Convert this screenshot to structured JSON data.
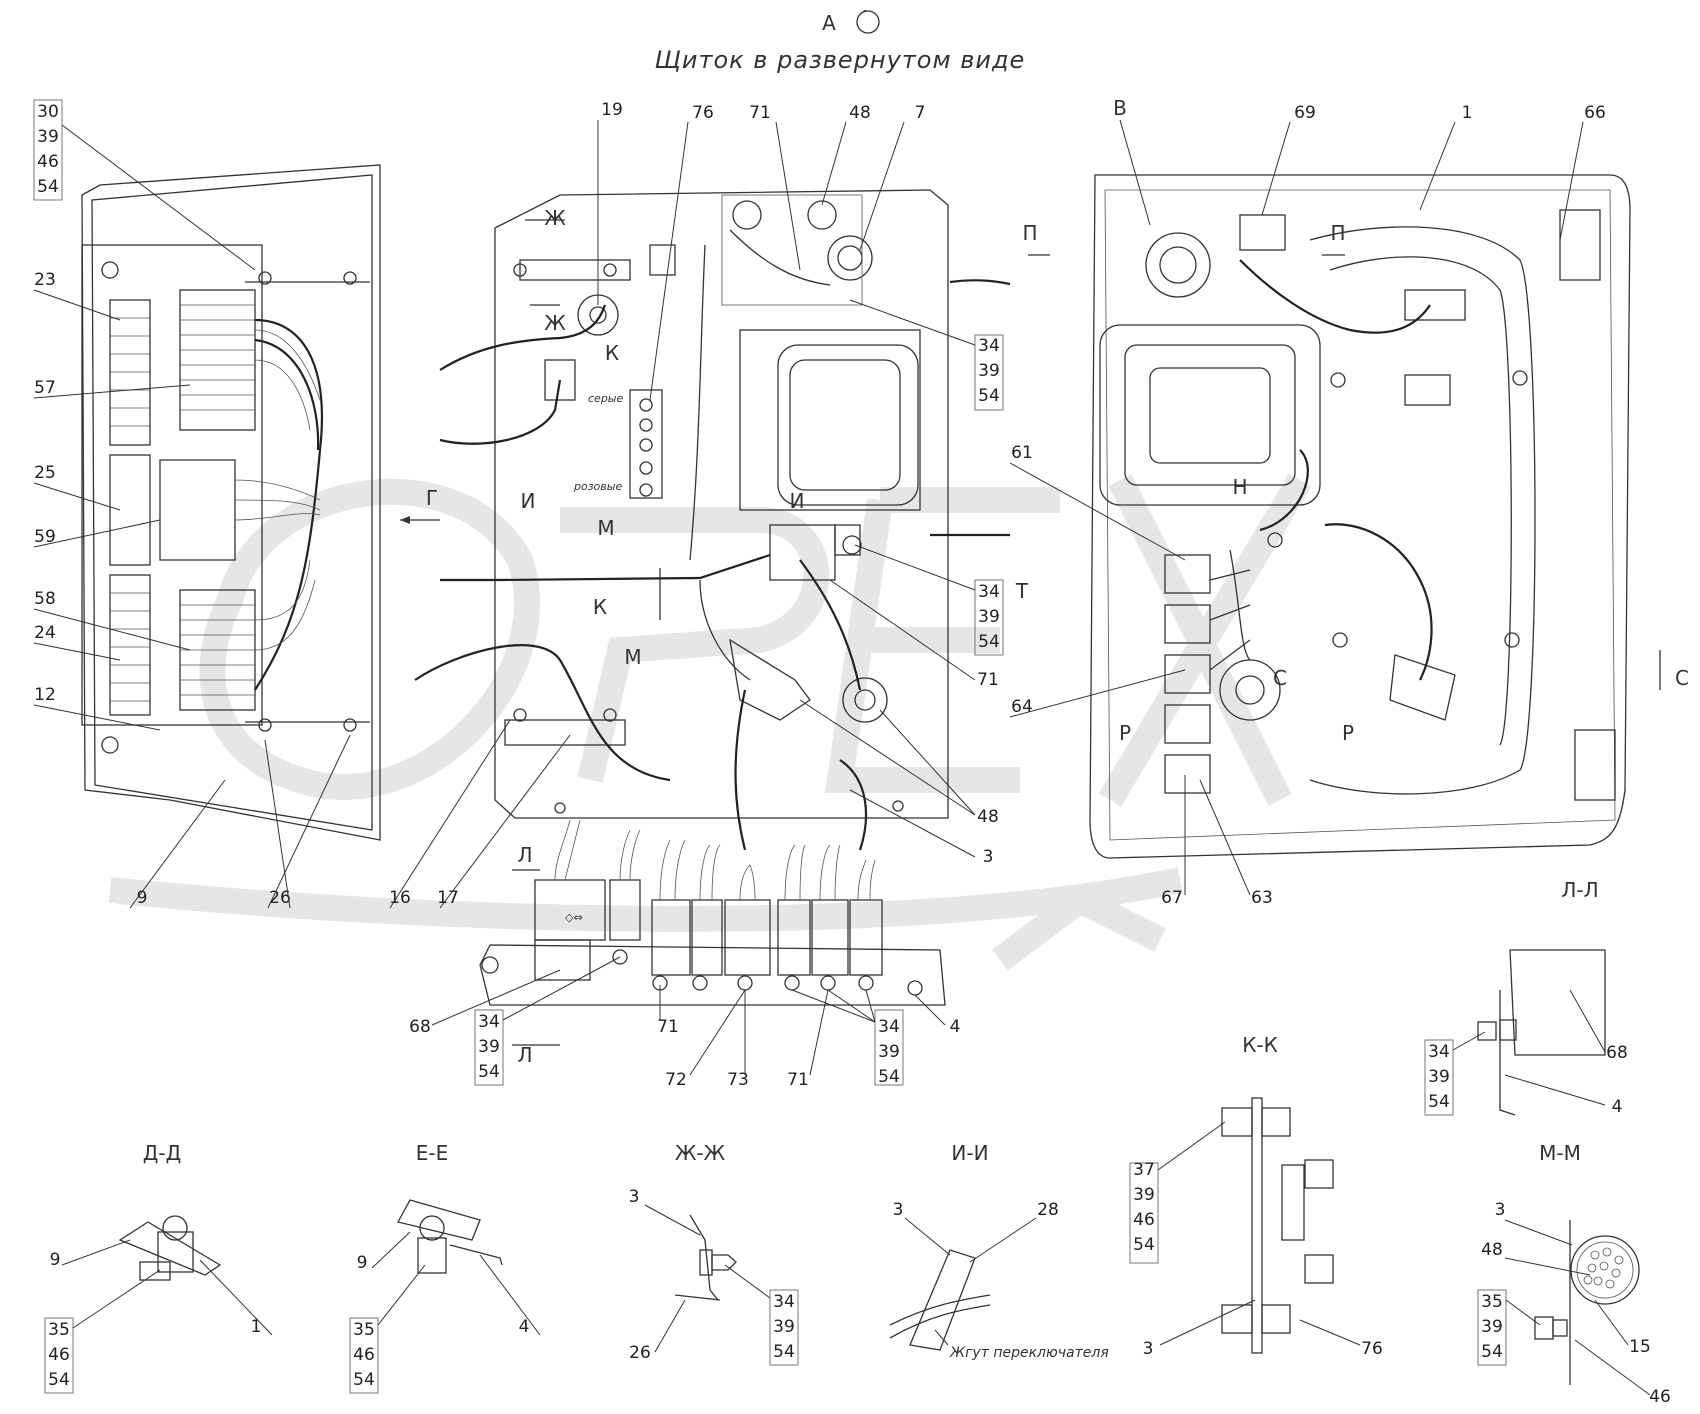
{
  "header": {
    "view_label": "А",
    "title": "Щиток в развернутом виде"
  },
  "watermark": "OPEX",
  "labels": {
    "gray_wires": "серые",
    "pink_wires": "розовые",
    "switch_harness": "Жгут переключателя"
  },
  "sections": {
    "dd": "Д-Д",
    "ee": "Е-Е",
    "zhzh": "Ж-Ж",
    "ii": "И-И",
    "kk": "К-К",
    "ll": "Л-Л",
    "mm": "М-М"
  },
  "section_marks": {
    "zh": "Ж",
    "k": "К",
    "i": "И",
    "m": "М",
    "g": "Г",
    "p": "П",
    "r": "Р",
    "s": "С",
    "l": "Л",
    "v": "В",
    "t": "Т",
    "n": "Н"
  },
  "callouts": {
    "c30": "30",
    "c39": "39",
    "c46": "46",
    "c54": "54",
    "c23": "23",
    "c57": "57",
    "c25": "25",
    "c59": "59",
    "c58": "58",
    "c24": "24",
    "c12": "12",
    "c9": "9",
    "c26": "26",
    "c19": "19",
    "c76": "76",
    "c71": "71",
    "c48": "48",
    "c7": "7",
    "c34": "34",
    "c61": "61",
    "c64": "64",
    "c67": "67",
    "c63": "63",
    "c69": "69",
    "c1": "1",
    "c66": "66",
    "c16": "16",
    "c17": "17",
    "c3": "3",
    "c68": "68",
    "c72": "72",
    "c73": "73",
    "c4": "4",
    "c35": "35",
    "c28": "28",
    "c37": "37",
    "c15": "15"
  }
}
